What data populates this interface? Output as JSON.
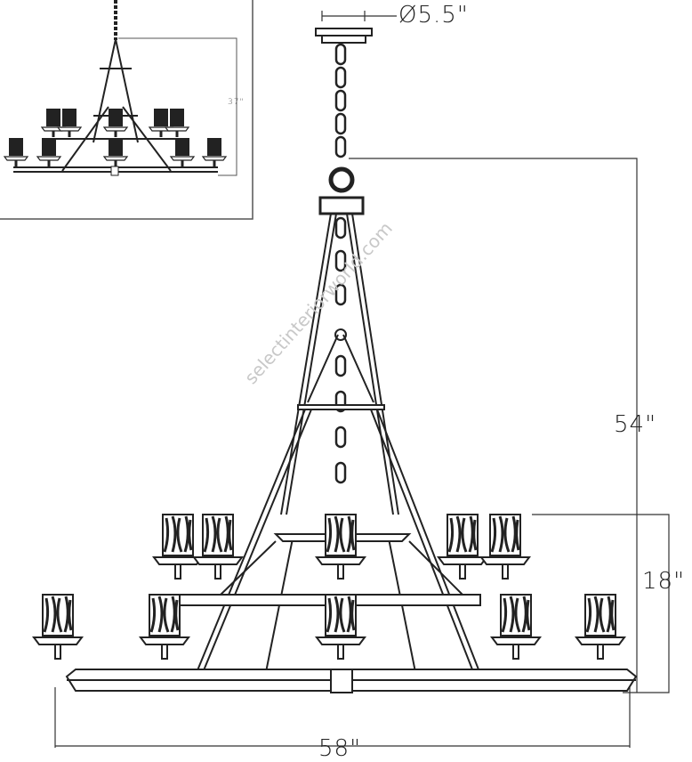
{
  "dimensions": {
    "canopy_diameter": "Ø5.5\"",
    "overall_height": "54\"",
    "body_height": "18\"",
    "width": "58\"",
    "inset_height": "37\""
  },
  "watermark": "selectinteriorworld.com",
  "line_color": "#222222"
}
